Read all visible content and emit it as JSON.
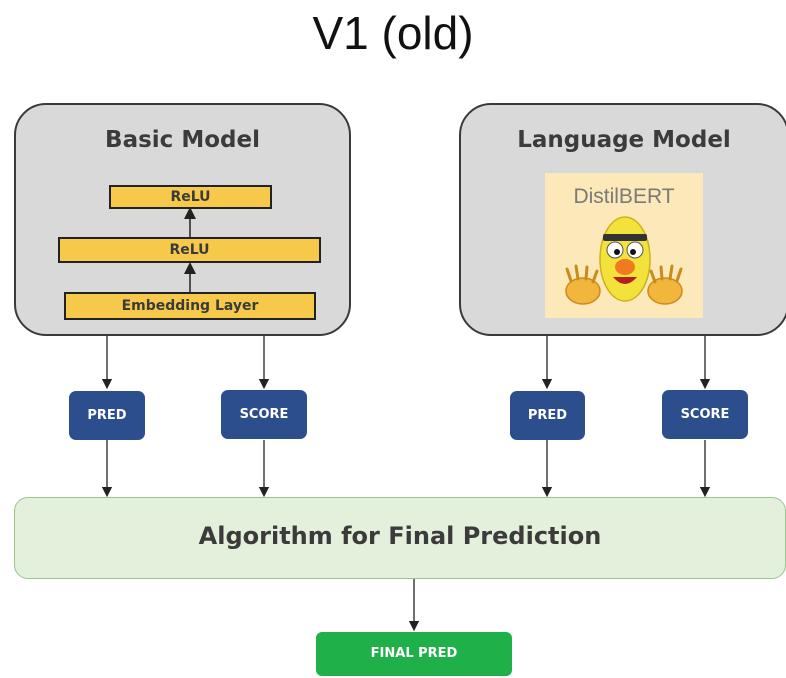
{
  "title": "V1 (old)",
  "basic_model": {
    "title": "Basic Model",
    "layers": [
      "ReLU",
      "ReLU",
      "Embedding Layer"
    ]
  },
  "language_model": {
    "title": "Language Model",
    "logo_text": "DistilBERT"
  },
  "outputs": {
    "basic_pred": "PRED",
    "basic_score": "SCORE",
    "lang_pred": "PRED",
    "lang_score": "SCORE"
  },
  "algorithm": "Algorithm for Final Prediction",
  "final": "FINAL PRED",
  "colors": {
    "model_box": "#d9d9d9",
    "layer": "#f7c94a",
    "pill": "#2c4e8c",
    "algorithm": "#e3f0dc",
    "final": "#20b04a"
  }
}
